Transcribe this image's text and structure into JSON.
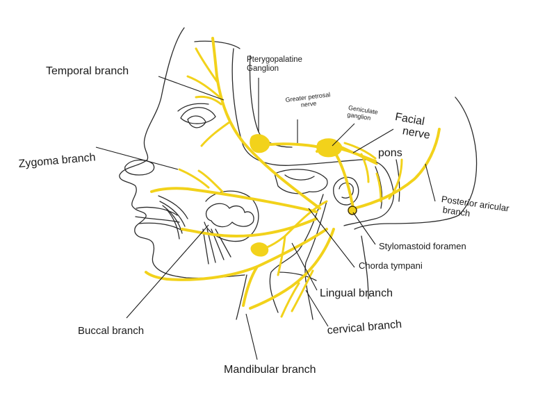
{
  "colors": {
    "nerve": "#f2d21b",
    "ink": "#1a1a1a",
    "background": "#ffffff"
  },
  "labels": {
    "temporal_branch": "Temporal branch",
    "pterygopalatine_line1": "Pterygopalatine",
    "pterygopalatine_line2": "Ganglion",
    "greater_petrosal_line1": "Greater petrosal",
    "greater_petrosal_line2": "nerve",
    "geniculate_line1": "Geniculate",
    "geniculate_line2": "ganglion",
    "facial_nerve_line1": "Facial",
    "facial_nerve_line2": "nerve",
    "pons": "pons",
    "zygoma_branch": "Zygoma branch",
    "posterior_auricular_line1": "Posterior aricular",
    "posterior_auricular_line2": "branch",
    "stylomastoid_foramen": "Stylomastoid foramen",
    "chorda_tympani": "Chorda tympani",
    "lingual_branch": "Lingual branch",
    "buccal_branch": "Buccal branch",
    "cervical_branch": "cervical branch",
    "mandibular_branch": "Mandibular branch"
  }
}
